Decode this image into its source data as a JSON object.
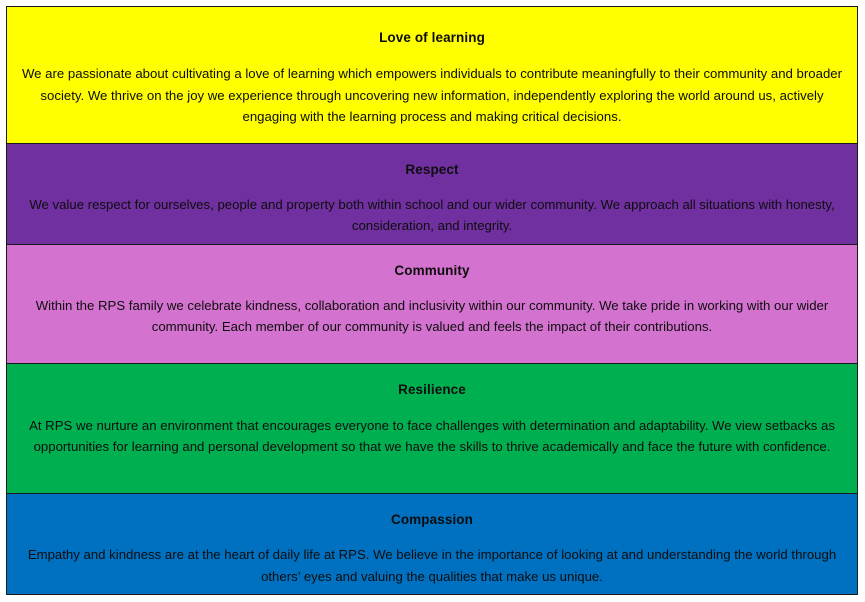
{
  "document": {
    "type": "school-values-table",
    "row_count": 5
  },
  "colors": {
    "border": "#1a1a1a",
    "page_background": "#ffffff",
    "text": "#0d0d0d",
    "love_of_learning": "#FFFF00",
    "respect": "#7030A0",
    "community": "#D472CF",
    "resilience": "#00B050",
    "compassion": "#0070C0"
  },
  "values": [
    {
      "title": "Love of learning",
      "body": "We are passionate about cultivating a love of learning which empowers individuals to contribute meaningfully to their community and broader society. We thrive on the joy we experience through uncovering new information, independently exploring the world around us, actively engaging with the learning process and making critical decisions.",
      "color": "#FFFF00"
    },
    {
      "title": "Respect",
      "body": "We value respect for ourselves, people and property both within school and our wider community. We approach all situations with honesty, consideration, and integrity.",
      "color": "#7030A0"
    },
    {
      "title": "Community",
      "body": "Within the RPS family we celebrate kindness, collaboration and inclusivity within our community. We take pride in working with our wider community. Each member of our community is valued and feels the impact of their contributions.",
      "color": "#D472CF"
    },
    {
      "title": "Resilience",
      "body": "At RPS we nurture an environment that encourages everyone to face challenges with determination and adaptability. We view setbacks as opportunities for learning and personal development so that we have the skills to thrive academically and face the future with confidence.",
      "color": "#00B050"
    },
    {
      "title": "Compassion",
      "body": "Empathy and kindness are at the heart of daily life at RPS. We believe in the importance of looking at and understanding the world through others’ eyes and valuing the qualities that make us unique.",
      "color": "#0070C0"
    }
  ]
}
